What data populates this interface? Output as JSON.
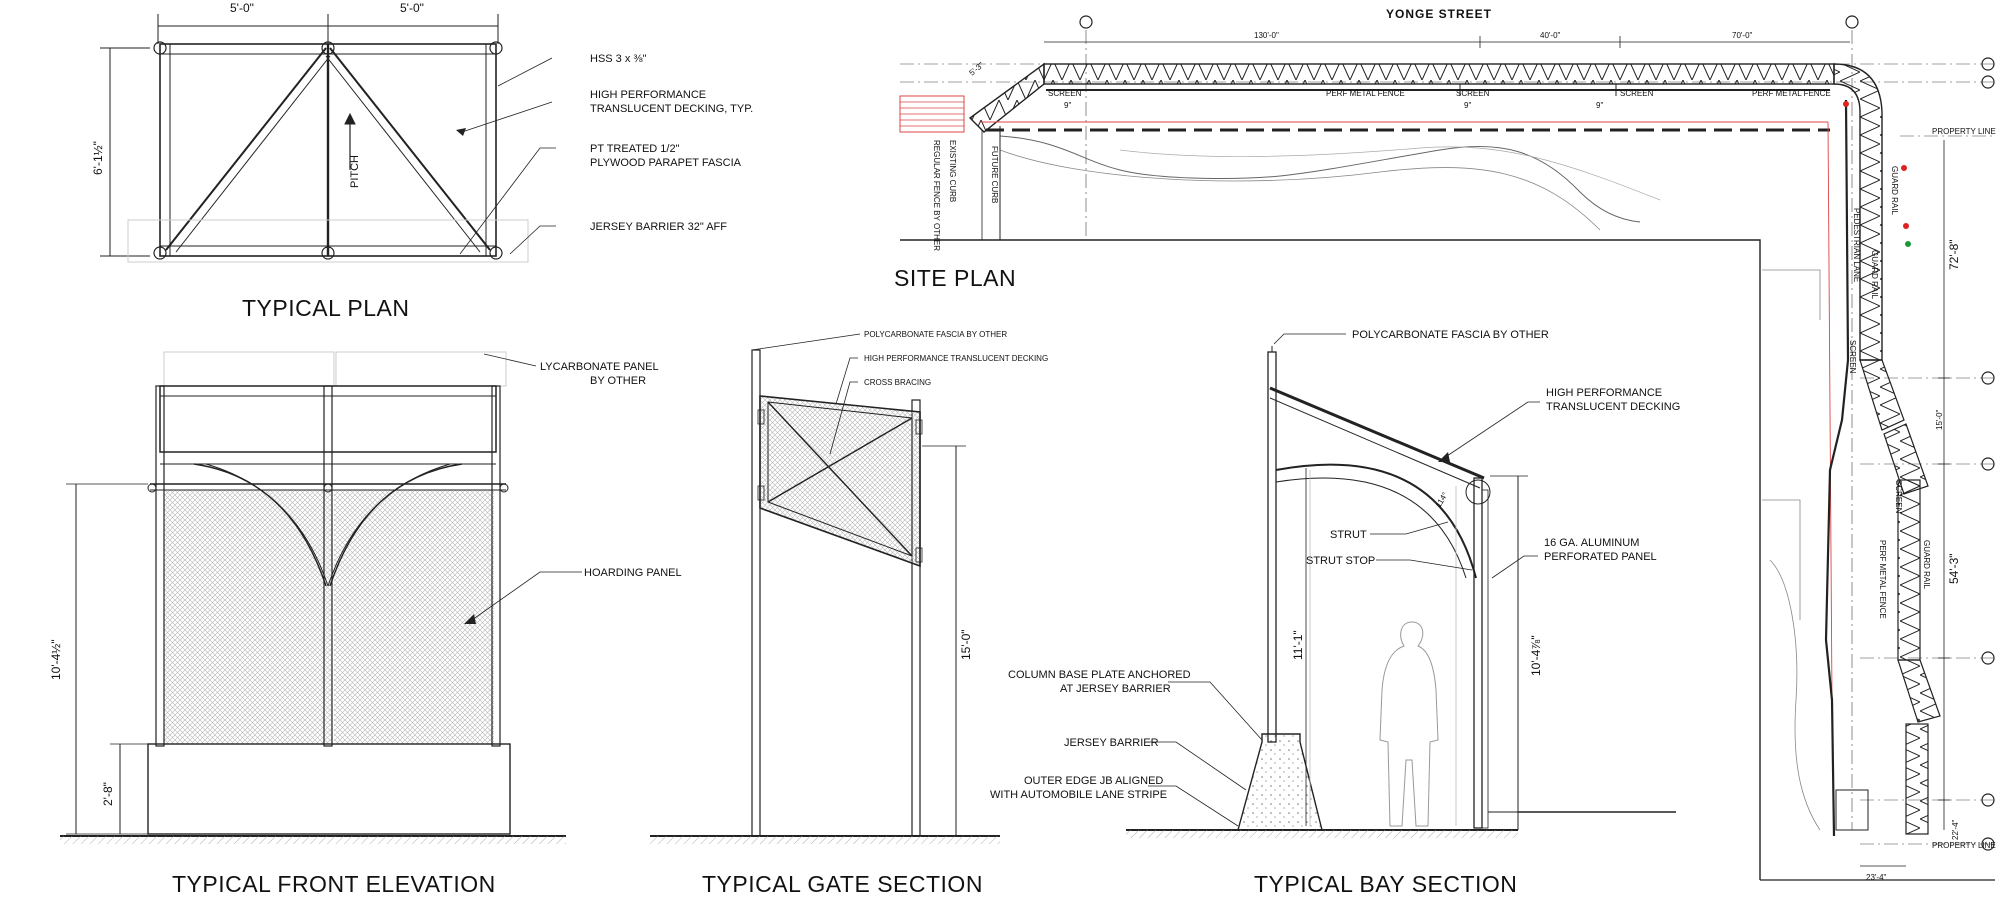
{
  "titles": {
    "typical_plan": "TYPICAL PLAN",
    "site_plan": "SITE PLAN",
    "front_elevation": "TYPICAL FRONT ELEVATION",
    "gate_section": "TYPICAL GATE SECTION",
    "bay_section": "TYPICAL BAY SECTION"
  },
  "typical_plan": {
    "dim_left": "5'-0\"",
    "dim_right": "5'-0\"",
    "dim_height": "6'-1½\"",
    "pitch": "PITCH",
    "notes": {
      "hss": "HSS 3 x ⅜\"",
      "decking_1": "HIGH PERFORMANCE",
      "decking_2": "TRANSLUCENT DECKING, TYP.",
      "fascia_1": "PT TREATED 1/2\"",
      "fascia_2": "PLYWOOD PARAPET FASCIA",
      "barrier": "JERSEY BARRIER 32\" AFF"
    }
  },
  "front_elevation": {
    "panel_1": "LYCARBONATE PANEL",
    "panel_2": "BY OTHER",
    "hoarding": "HOARDING PANEL",
    "dim_total": "10'-4½\"",
    "dim_base": "2'-8\""
  },
  "gate_section": {
    "fascia": "POLYCARBONATE FASCIA BY OTHER",
    "decking": "HIGH PERFORMANCE TRANSLUCENT DECKING",
    "bracing": "CROSS BRACING",
    "dim_height": "15'-0\""
  },
  "bay_section": {
    "fascia": "POLYCARBONATE FASCIA BY OTHER",
    "decking_1": "HIGH PERFORMANCE",
    "decking_2": "TRANSLUCENT DECKING",
    "angle": "114°",
    "strut": "STRUT",
    "strut_stop": "STRUT STOP",
    "aluminum_1": "16 GA. ALUMINUM",
    "aluminum_2": "PERFORATED PANEL",
    "base_plate_1": "COLUMN BASE PLATE ANCHORED",
    "base_plate_2": "AT JERSEY BARRIER",
    "jersey": "JERSEY BARRIER",
    "outer_1": "OUTER EDGE JB ALIGNED",
    "outer_2": "WITH AUTOMOBILE LANE STRIPE",
    "dim_strut": "11'-1\"",
    "dim_panel": "10'-4⅞\""
  },
  "site_plan": {
    "street": "YONGE STREET",
    "dim_1": "130'-0\"",
    "dim_2": "40'-0\"",
    "dim_3": "70'-0\"",
    "dim_angle": "5'-3\"",
    "screen": "SCREEN",
    "perf_fence": "PERF METAL FENCE",
    "dim_9": "9\"",
    "property_line": "PROPERTY LINE",
    "existing_curb": "EXISTING CURB",
    "future_curb": "FUTURE CURB",
    "regular_fence": "REGULAR FENCE BY OTHER",
    "guard_rail": "GUARD RAIL",
    "pedestrian_lane": "PEDESTRIAN LANE",
    "dim_side_1": "72'-8\"",
    "dim_side_2": "54'-3\"",
    "dim_side_3": "22'-4\"",
    "dim_bottom": "23'-4\"",
    "dim_small": "15'-0\""
  }
}
